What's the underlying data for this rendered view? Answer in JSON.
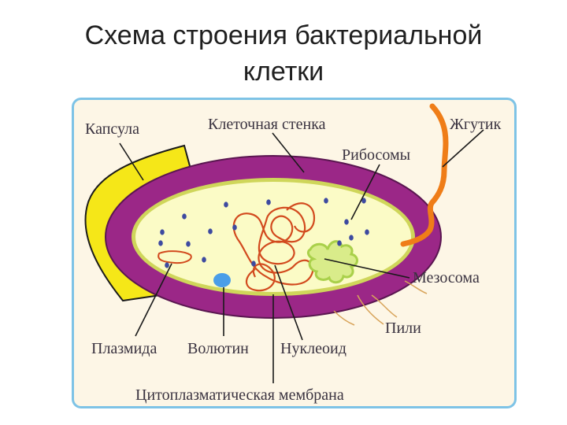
{
  "title": {
    "line1": "Схема строения бактериальной",
    "line2": "клетки"
  },
  "diagram": {
    "labels": {
      "capsule": "Капсула",
      "cell_wall": "Клеточная стенка",
      "flagellum": "Жгутик",
      "ribosomes": "Рибосомы",
      "mesosome": "Мезосома",
      "pili": "Пили",
      "plasmid": "Плазмида",
      "volutin": "Волютин",
      "nucleoid": "Нуклеоид",
      "membrane": "Цитоплазматическая мембрана"
    },
    "colors": {
      "capsule": "#f5e718",
      "cell_wall": "#9b2787",
      "cytoplasm": "#fbfbc6",
      "membrane": "#cfd65a",
      "flagellum": "#ef7d18",
      "nucleoid": "#d24a1e",
      "mesosome": "#a9d04a",
      "ribosome": "#3d4aa0",
      "volutin": "#4a9ee8",
      "pili": "#d8a45a",
      "background": "#fdf6e6",
      "frame": "#7ec3e6"
    }
  }
}
